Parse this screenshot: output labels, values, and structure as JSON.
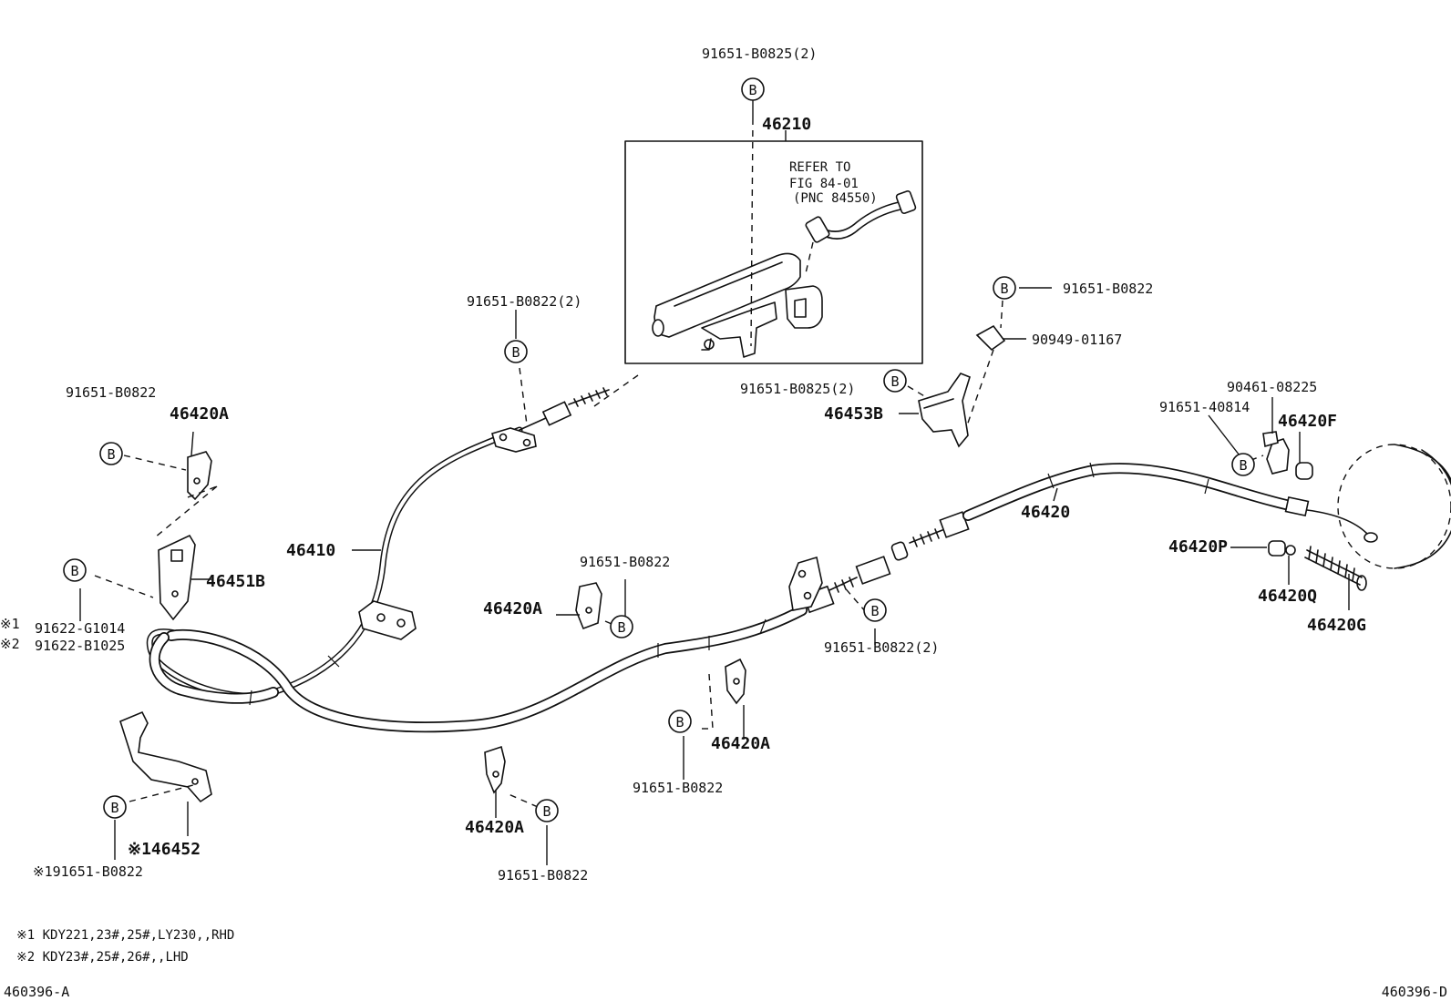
{
  "labels": {
    "p46210": "46210",
    "refer_line1": "REFER TO",
    "refer_line2": "FIG 84-01",
    "refer_line3": "(PNC 84550)",
    "p91651_b0825_2_top": "91651-B0825(2)",
    "p91651_b0822_2_upper": "91651-B0822(2)",
    "p91651_b0822_topleft": "91651-B0822",
    "p46420a_topleft": "46420A",
    "p46451b": "46451B",
    "p91622_g1014": "91622-G1014",
    "p91622_b1025": "91622-B1025",
    "note_mark_1": "※1",
    "note_mark_2": "※2",
    "p46410": "46410",
    "p91651_b0825_2_mid": "91651-B0825(2)",
    "p46453b": "46453B",
    "p91651_b0822_topright": "91651-B0822",
    "p90949_01167": "90949-01167",
    "p90461_08225": "90461-08225",
    "p91651_40814": "91651-40814",
    "p46420f": "46420F",
    "p46420": "46420",
    "p46420p": "46420P",
    "p46420q": "46420Q",
    "p46420g": "46420G",
    "p91651_b0822_center": "91651-B0822",
    "p46420a_center": "46420A",
    "p91651_b0822_2_lower": "91651-B0822(2)",
    "p46420a_lowmid": "46420A",
    "p91651_b0822_lowmid": "91651-B0822",
    "p46420a_bottom": "46420A",
    "p91651_b0822_bottom": "91651-B0822",
    "p146452": "※146452",
    "p91651_b0822_note": "※191651-B0822",
    "bolt_symbol": "B"
  },
  "notes": {
    "note1": "※1  KDY221,23#,25#,LY230,,RHD",
    "note2": "※2  KDY23#,25#,26#,,LHD"
  },
  "footer": {
    "left_code": "460396-A",
    "right_code": "460396-D"
  }
}
